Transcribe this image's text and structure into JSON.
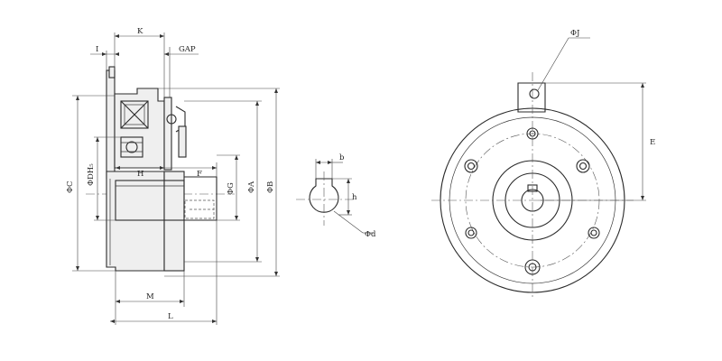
{
  "labels": {
    "K": "K",
    "I": "I",
    "GAP": "GAP",
    "phiJ_top": "ΦJ",
    "phiC": "ΦC",
    "phiDH": "ΦDH₅",
    "H": "H",
    "F": "F",
    "phiG": "ΦG",
    "phiA": "ΦA",
    "phiB": "ΦB",
    "M": "M",
    "L": "L",
    "b": "b",
    "h": "h",
    "phiD_key": "Φd",
    "E": "E"
  }
}
